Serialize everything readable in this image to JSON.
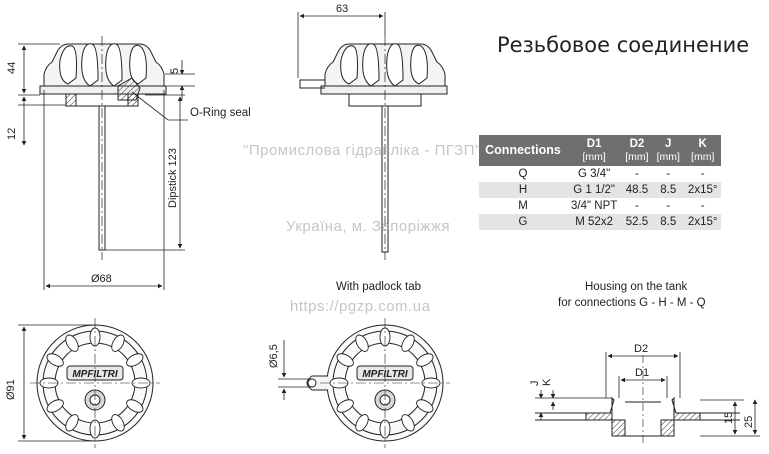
{
  "title": "Резьбовое соединение",
  "watermark": {
    "line1": "\"Промислова гідравліка - ПГЗП\"",
    "line2": "Україна, м. Запоріжжя",
    "line3": "https://pgzp.com.ua"
  },
  "side_view": {
    "dim_44": "44",
    "dim_12": "12",
    "dim_5": "5",
    "dim_dipstick": "Dipstick 123",
    "dim_d68": "Ø68",
    "oring_label": "O-Ring seal"
  },
  "side_view_2": {
    "dim_63": "63"
  },
  "top_view": {
    "dim_d91": "Ø91",
    "brand": "MPFILTRI"
  },
  "padlock_view": {
    "caption": "With padlock tab",
    "dim_d65": "Ø6,5",
    "brand": "MPFILTRI"
  },
  "housing_view": {
    "caption_line1": "Housing on the tank",
    "caption_line2": "for connections G - H - M - Q",
    "dim_d2": "D2",
    "dim_d1": "D1",
    "dim_j": "J",
    "dim_k": "K",
    "dim_15": "15",
    "dim_25": "25"
  },
  "table": {
    "headers": [
      {
        "name": "Connections",
        "unit": ""
      },
      {
        "name": "D1",
        "unit": "[mm]"
      },
      {
        "name": "D2",
        "unit": "[mm]"
      },
      {
        "name": "J",
        "unit": "[mm]"
      },
      {
        "name": "K",
        "unit": "[mm]"
      }
    ],
    "rows": [
      [
        "Q",
        "G 3/4\"",
        "-",
        "-",
        "-"
      ],
      [
        "H",
        "G 1 1/2\"",
        "48.5",
        "8.5",
        "2x15°"
      ],
      [
        "M",
        "3/4\" NPT",
        "-",
        "-",
        "-"
      ],
      [
        "G",
        "M 52x2",
        "52.5",
        "8.5",
        "2x15°"
      ]
    ]
  },
  "colors": {
    "header_bg": "#6f6f6f",
    "row_shade": "#e4e4e4",
    "line": "#222222"
  }
}
